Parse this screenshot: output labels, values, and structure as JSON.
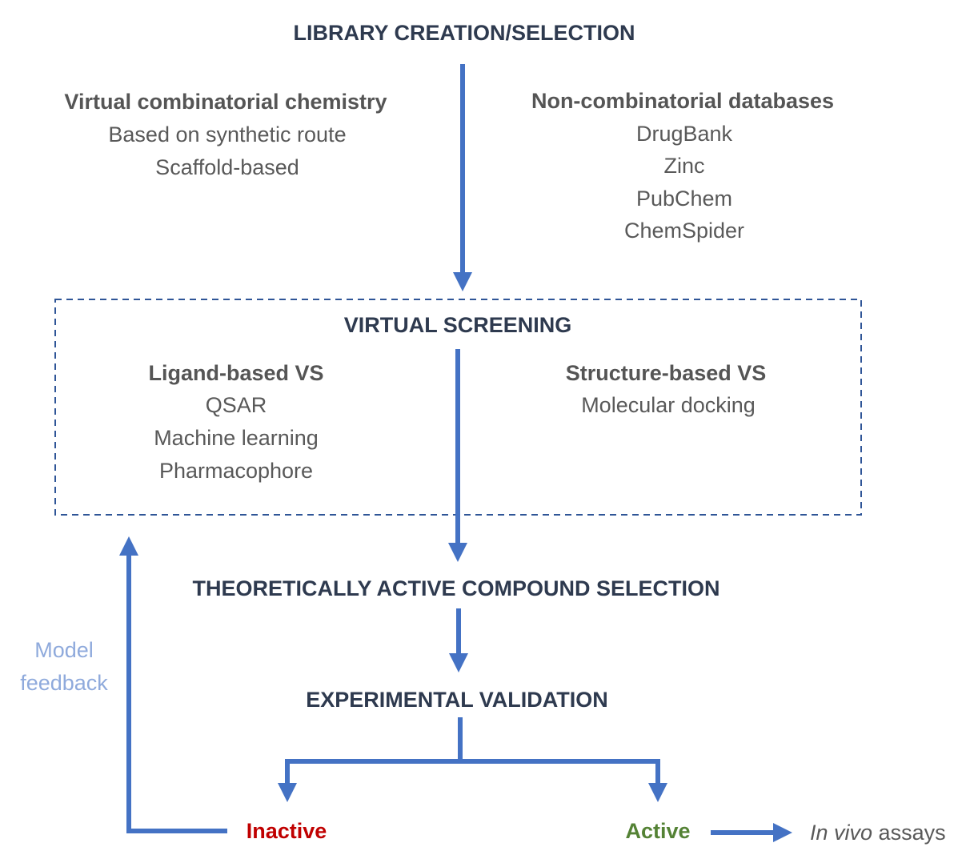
{
  "library": {
    "title": "LIBRARY CREATION/SELECTION",
    "combinatorial": {
      "heading": "Virtual combinatorial chemistry",
      "items": [
        "Based on synthetic route",
        "Scaffold-based"
      ]
    },
    "non_combinatorial": {
      "heading": "Non-combinatorial databases",
      "items": [
        "DrugBank",
        "Zinc",
        "PubChem",
        "ChemSpider"
      ]
    }
  },
  "screening": {
    "title": "VIRTUAL SCREENING",
    "ligand": {
      "heading": "Ligand-based VS",
      "items": [
        "QSAR",
        "Machine learning",
        "Pharmacophore"
      ]
    },
    "structure": {
      "heading": "Structure-based VS",
      "items": [
        "Molecular docking"
      ]
    }
  },
  "selection": {
    "title": "THEORETICALLY ACTIVE COMPOUND SELECTION"
  },
  "validation": {
    "title": "EXPERIMENTAL VALIDATION"
  },
  "outcomes": {
    "inactive": "Inactive",
    "active": "Active",
    "in_vivo_italic": "In vivo",
    "in_vivo_rest": " assays"
  },
  "feedback": {
    "line1": "Model",
    "line2": "feedback"
  },
  "colors": {
    "arrow": "#4472c4",
    "dashed_box": "#2f5597",
    "stage_text": "#2e3a4f",
    "inactive": "#c00000",
    "active": "#548235",
    "feedback": "#8faadc"
  }
}
